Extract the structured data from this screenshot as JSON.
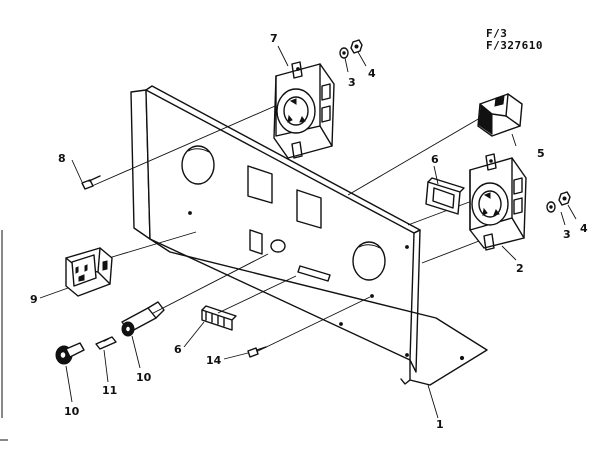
{
  "reference": {
    "line1": "F/3",
    "line2": "F/327610"
  },
  "callouts": {
    "c1": "1",
    "c2": "2",
    "c3a": "3",
    "c3b": "3",
    "c4a": "4",
    "c4b": "4",
    "c5": "5",
    "c6a": "6",
    "c6b": "6",
    "c7": "7",
    "c8": "8",
    "c9": "9",
    "c10a": "10",
    "c10b": "10",
    "c11": "11",
    "c14": "14"
  }
}
